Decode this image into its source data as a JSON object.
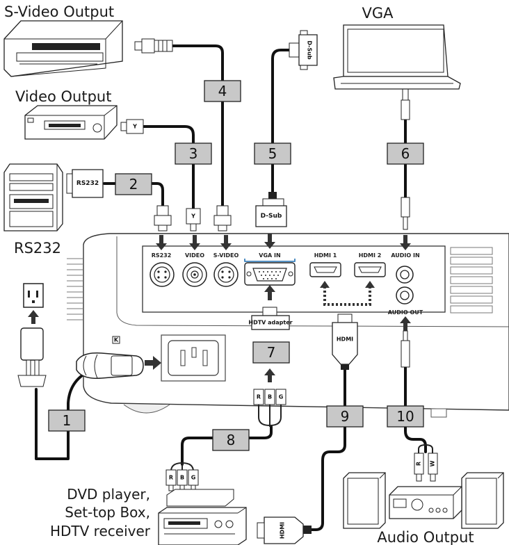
{
  "captions": {
    "svideo_output": "S-Video Output",
    "video_output": "Video Output",
    "rs232": "RS232",
    "vga": "VGA",
    "dvd_line1": "DVD player,",
    "dvd_line2": "Set-top Box,",
    "dvd_line3": "HDTV receiver",
    "audio_output": "Audio Output"
  },
  "ports": {
    "rs232": "RS232",
    "video": "VIDEO",
    "svideo": "S-VIDEO",
    "vga_in": "VGA IN",
    "hdmi1": "HDMI 1",
    "hdmi2": "HDMI 2",
    "audio_in": "AUDIO IN",
    "audio_out": "AUDIO OUT"
  },
  "connector_labels": {
    "rs232_plug": "RS232",
    "dsub_top": "D-Sub",
    "dsub_bottom": "D-Sub",
    "hdtv_adapter": "HDTV adapter",
    "hdmi_plug": "HDMI",
    "hdmi_bottom": "HDMI",
    "video_y": "Y",
    "r1": "R",
    "b1": "B",
    "g1": "G",
    "r2": "R",
    "b2": "B",
    "g2": "G",
    "audio_r": "R",
    "audio_w": "W"
  },
  "cable_numbers": [
    "1",
    "2",
    "3",
    "4",
    "5",
    "6",
    "7",
    "8",
    "9",
    "10"
  ],
  "colors": {
    "cable": "#111111",
    "label_box": "#c8c8c8",
    "vga_accent": "#1f6fb2"
  }
}
